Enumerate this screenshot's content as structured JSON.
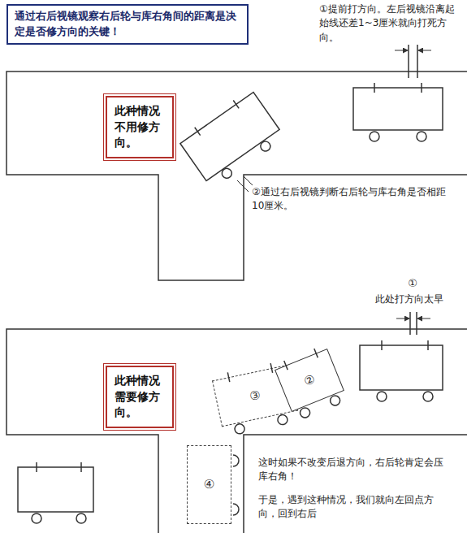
{
  "diagram": {
    "nodes": [
      {
        "text": [
          "通过右后视镜观察右后轮与库右角间的距离是决定是否修方向的关键！"
        ]
      },
      {
        "text": [
          "此种情况不用修方向。"
        ]
      },
      {
        "text": [
          "此种情况需要修方向。"
        ]
      },
      {
        "text": [
          "③"
        ]
      },
      {
        "text": [
          "②"
        ]
      },
      {
        "text": [
          "④"
        ]
      }
    ],
    "labels": [
      "①提前打方向。左后视镜沿离起始线还差1~3厘米就向打死方向。",
      "②通过右后视镜判断右后轮与库右角是否相距10厘米。",
      "①",
      "此处打方向太早",
      "这时如果不改变后退方向，右后轮肯定会压库右角！",
      "于是，遇到这种情况，我们就向左回点方向，回到右后"
    ]
  }
}
